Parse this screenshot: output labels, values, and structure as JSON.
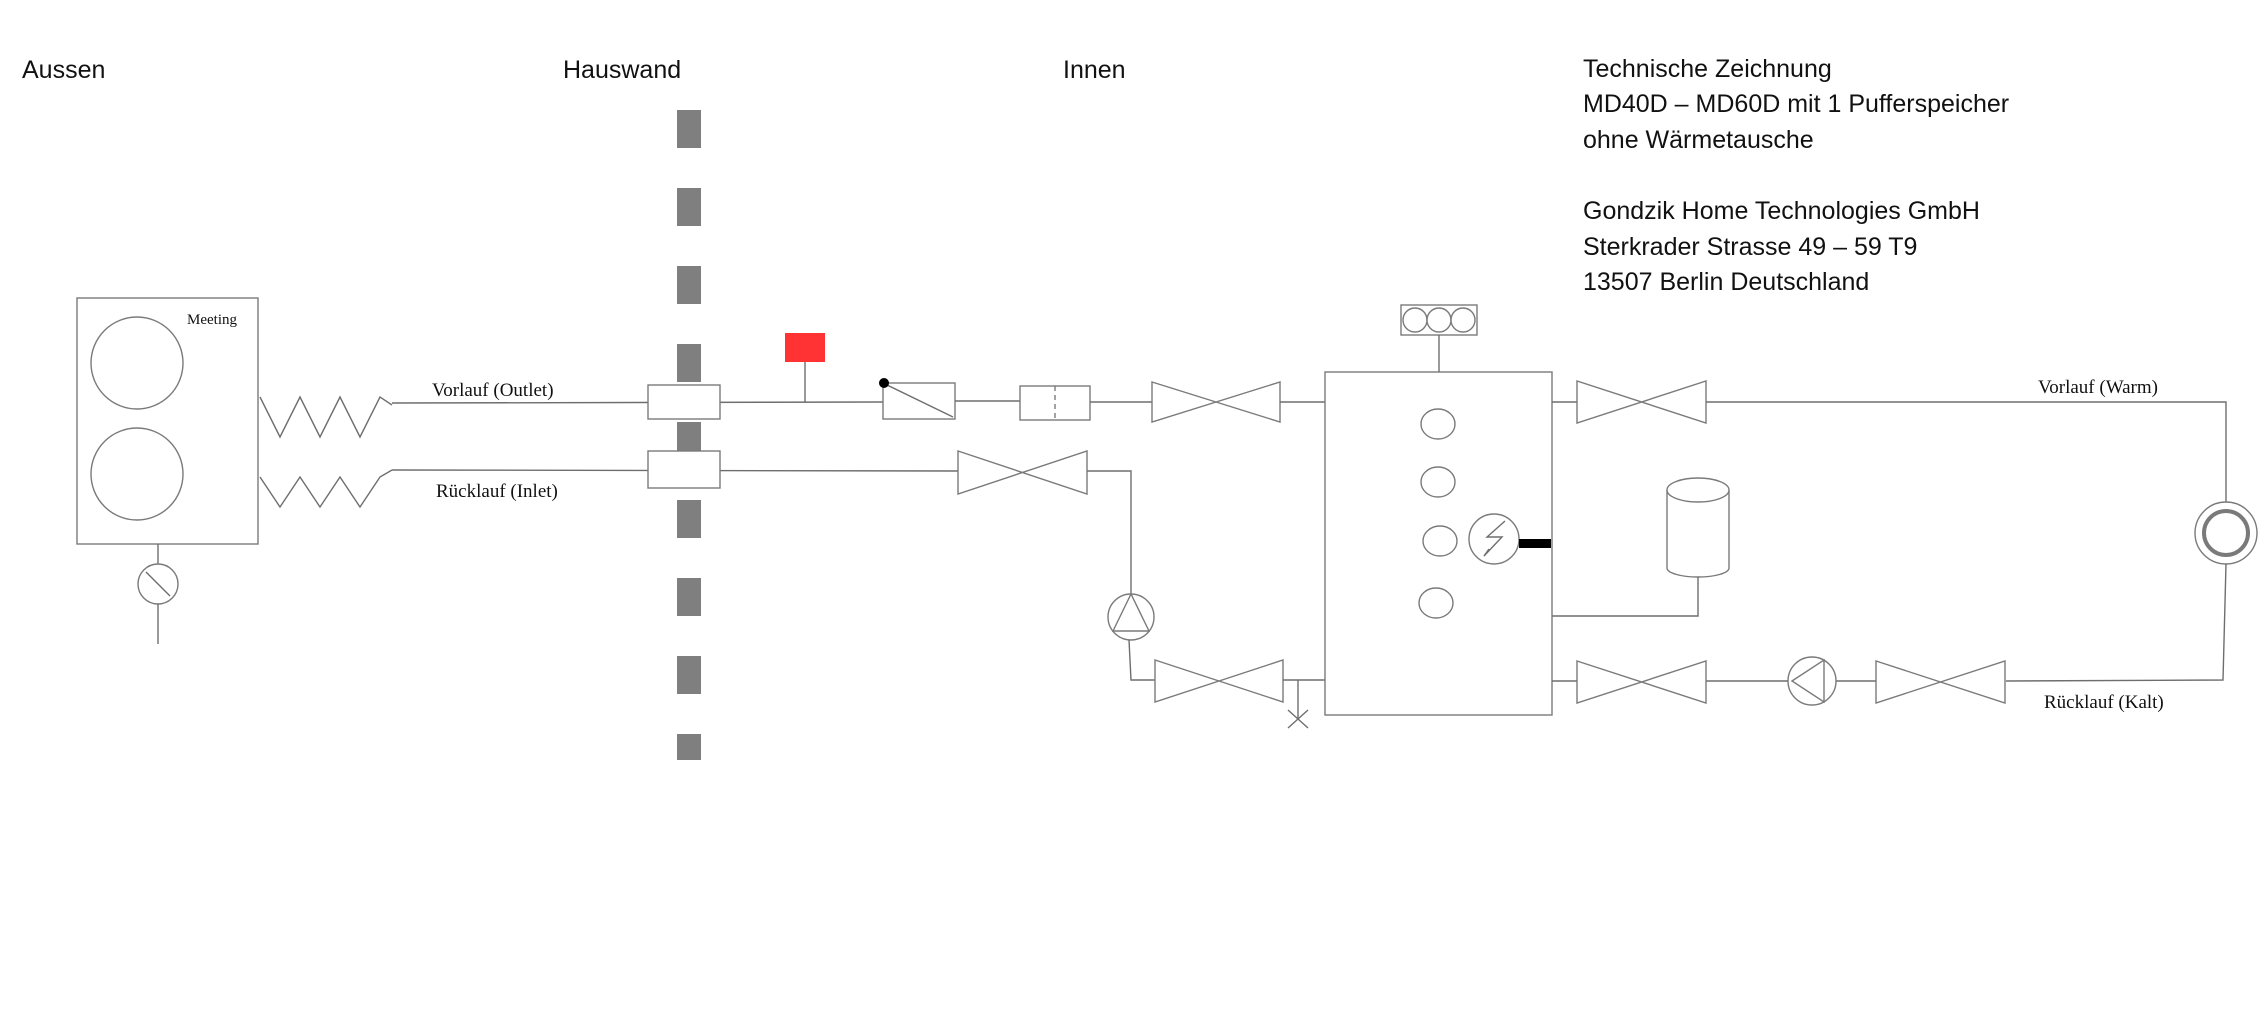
{
  "zones": {
    "outside": "Aussen",
    "wall": "Hauswand",
    "inside": "Innen"
  },
  "title_block": {
    "line1": "Technische Zeichnung",
    "line2": "MD40D – MD60D mit 1 Pufferspeicher",
    "line3": "ohne Wärmetausche",
    "company": "Gondzik Home Technologies GmbH",
    "street": "Sterkrader Strasse 49 – 59 T9",
    "city": "13507 Berlin Deutschland"
  },
  "labels": {
    "heat_pump": "Meeting",
    "outlet": "Vorlauf (Outlet)",
    "inlet": "Rücklauf (Inlet)",
    "warm": "Vorlauf (Warm)",
    "cold": "Rücklauf (Kalt)"
  },
  "colors": {
    "line": "#6e6e6e",
    "wall": "#7f7f7f",
    "red_block": "#ff3333",
    "thermostat_bar": "#000000"
  },
  "icons": {
    "heat_pump_fans": "fan-circle",
    "sensor": "temperature-sensor",
    "valves": "bowtie-valve",
    "pumps": "circulation-pump",
    "heater": "electric-heating-rod",
    "expansion": "expansion-vessel",
    "consumer": "heating-circuit-consumer"
  }
}
